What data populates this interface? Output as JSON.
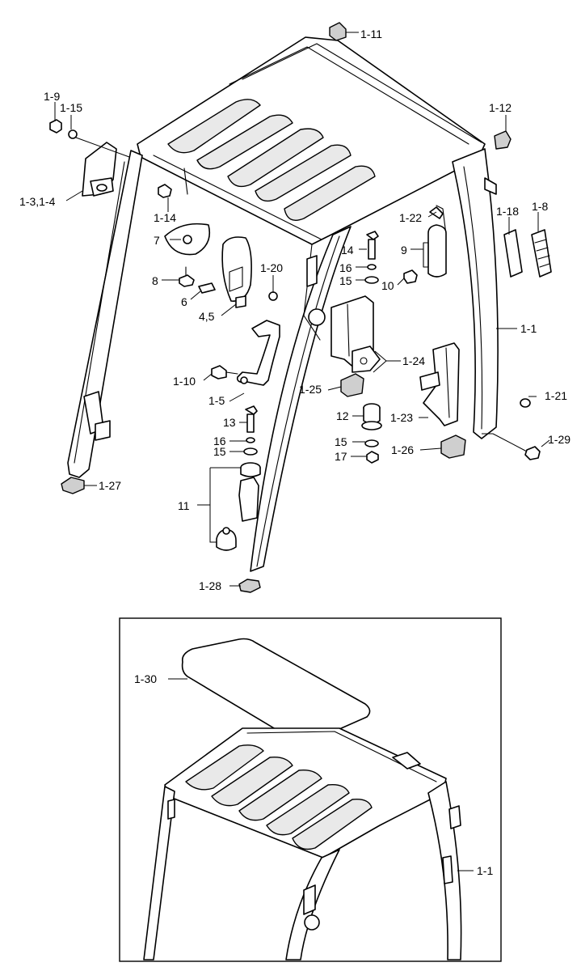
{
  "labels": {
    "l_1_11": "1-11",
    "l_1_9": "1-9",
    "l_1_15": "1-15",
    "l_1_12": "1-12",
    "l_1_3_1_4": "1-3,1-4",
    "l_1_14": "1-14",
    "l_1_22": "1-22",
    "l_1_18": "1-18",
    "l_1_8": "1-8",
    "l_7": "7",
    "l_14a": "14",
    "l_9": "9",
    "l_16a": "16",
    "l_8": "8",
    "l_1_20": "1-20",
    "l_15a": "15",
    "l_10": "10",
    "l_6": "6",
    "l_4_5": "4,5",
    "l_1_1": "1-1",
    "l_1_24": "1-24",
    "l_1_10": "1-10",
    "l_1_25": "1-25",
    "l_1_21": "1-21",
    "l_1_5": "1-5",
    "l_12": "12",
    "l_1_23": "1-23",
    "l_13": "13",
    "l_1_29": "1-29",
    "l_16b": "16",
    "l_15b": "15",
    "l_15c": "15",
    "l_1_26": "1-26",
    "l_17": "17",
    "l_1_27": "1-27",
    "l_11": "11",
    "l_1_28": "1-28",
    "l_1_30": "1-30",
    "l_1_1_inset": "1-1"
  }
}
